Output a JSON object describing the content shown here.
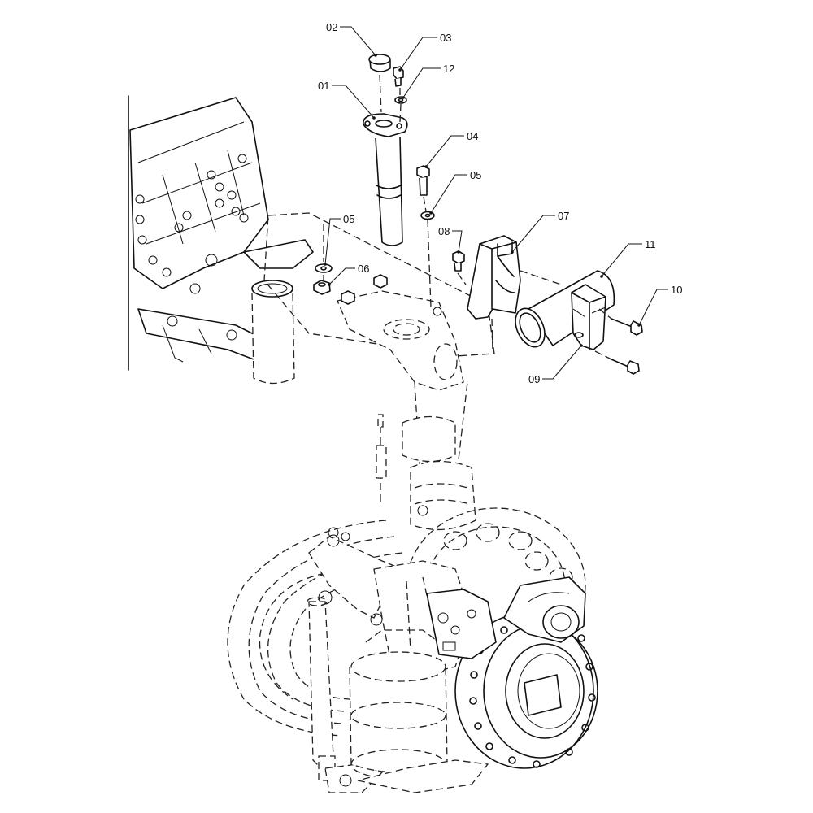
{
  "diagram": {
    "callouts": {
      "c01": "01",
      "c02": "02",
      "c03": "03",
      "c04": "04",
      "c05a": "05",
      "c05b": "05",
      "c06": "06",
      "c07": "07",
      "c08": "08",
      "c09": "09",
      "c10": "10",
      "c11": "11",
      "c12": "12"
    }
  }
}
